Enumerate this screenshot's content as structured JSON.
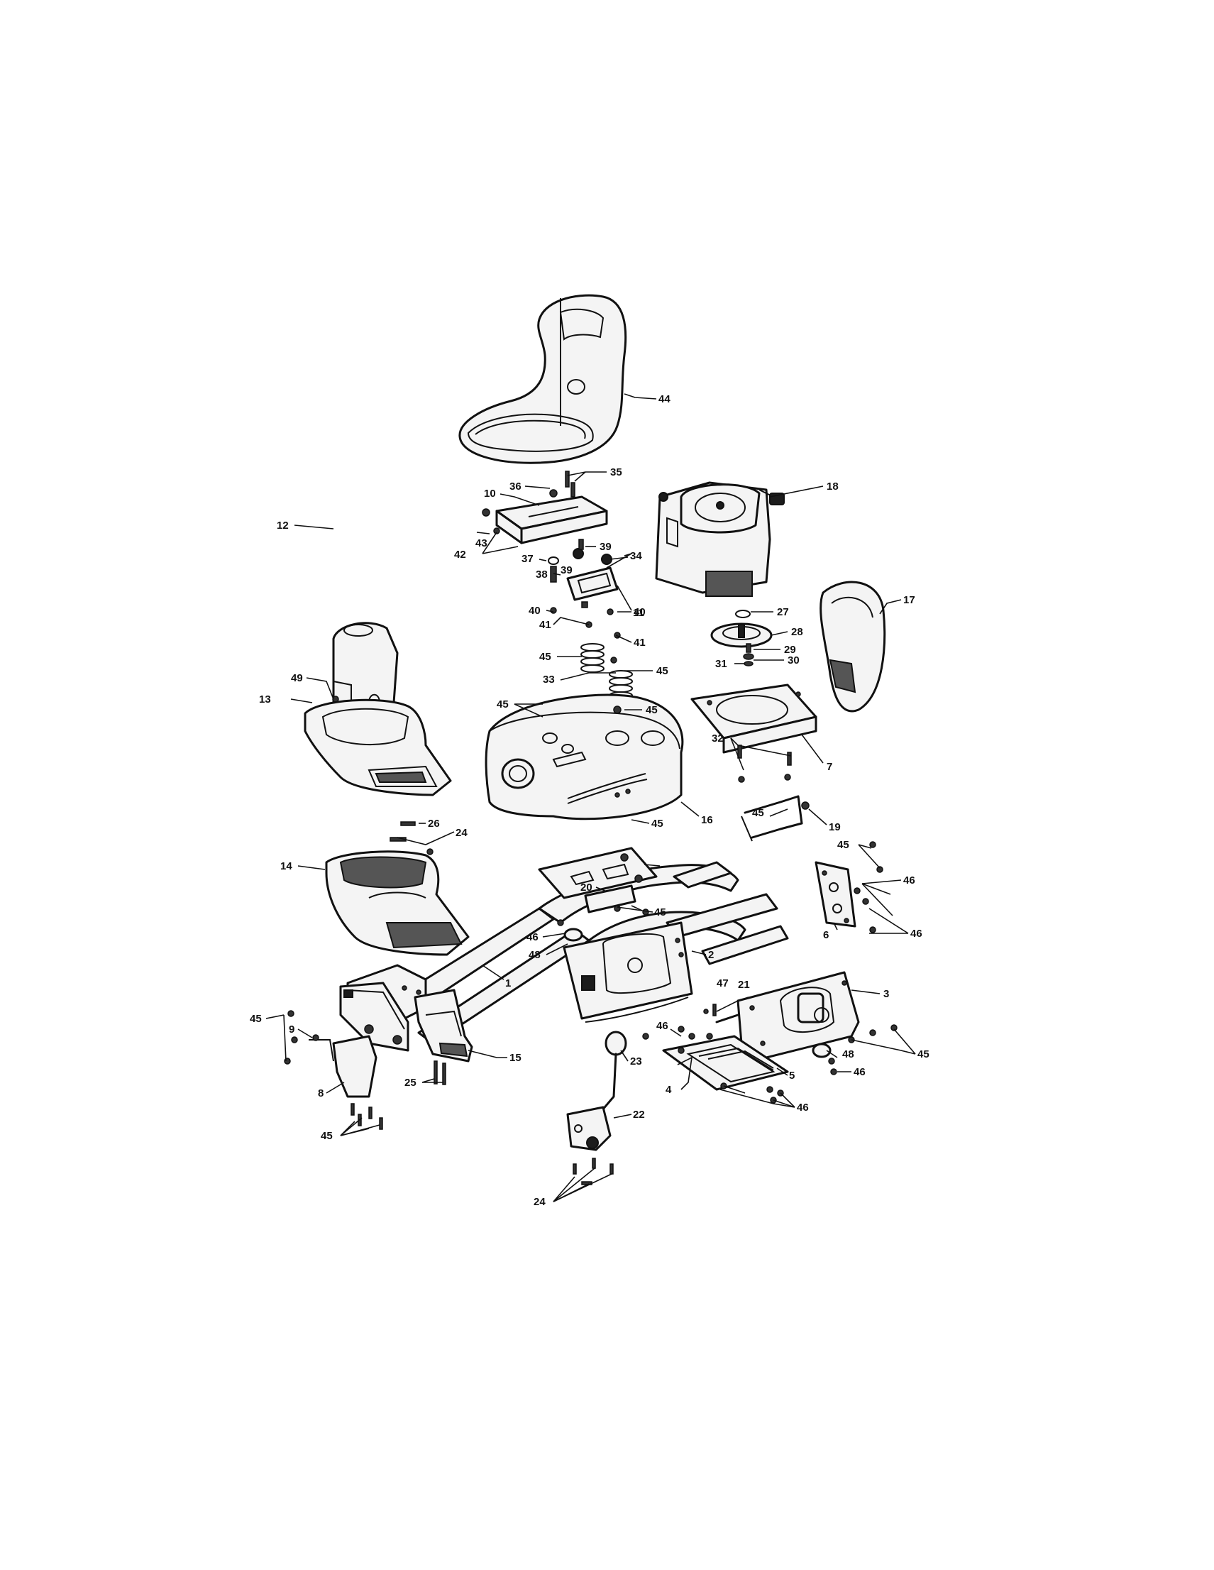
{
  "callouts": {
    "c44": "44",
    "c35": "35",
    "c36": "36",
    "c10": "10",
    "c18": "18",
    "c42": "42",
    "c43": "43",
    "c39a": "39",
    "c39b": "39",
    "c34": "34",
    "c37": "37",
    "c38": "38",
    "c11": "11",
    "c27": "27",
    "c28": "28",
    "c17": "17",
    "c12": "12",
    "c40a": "40",
    "c41a": "41",
    "c40b": "40",
    "c41b": "41",
    "c29": "29",
    "c30": "30",
    "c31": "31",
    "c45a": "45",
    "c45b": "45",
    "c49": "49",
    "c33": "33",
    "c45c": "45",
    "c45d": "45",
    "c13": "13",
    "c7": "7",
    "c32": "32",
    "c26": "26",
    "c16": "16",
    "c45e": "45",
    "c45f": "45",
    "c19": "19",
    "c24a": "24",
    "c45g": "45",
    "c46a": "46",
    "c14": "14",
    "c20": "20",
    "c45h": "45",
    "c46b": "46",
    "c46c": "46",
    "c6": "6",
    "c2": "2",
    "c48a": "48",
    "c47": "47",
    "c21": "21",
    "c3": "3",
    "c1": "1",
    "c45i": "45",
    "c9": "9",
    "c46d": "46",
    "c45j": "45",
    "c15": "15",
    "c48b": "48",
    "c23": "23",
    "c5": "5",
    "c46e": "46",
    "c8": "8",
    "c25": "25",
    "c4": "4",
    "c22": "22",
    "c46f": "46",
    "c45k": "45",
    "c24b": "24"
  }
}
